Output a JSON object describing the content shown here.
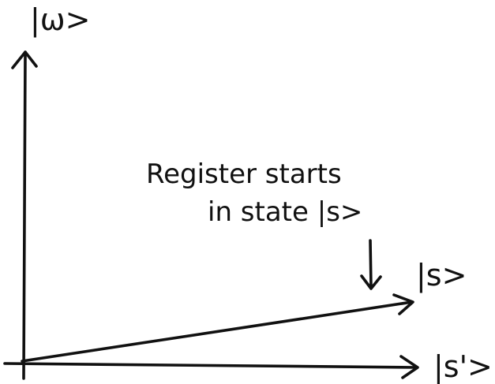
{
  "diagram": {
    "axis_labels": {
      "vertical": "|ω>",
      "s_vector": "|s>",
      "horizontal": "|s'>"
    },
    "annotation": {
      "line1": "Register starts",
      "line2": "in state |s>"
    },
    "ink_color": "#111111",
    "background_color": "#ffffff"
  }
}
